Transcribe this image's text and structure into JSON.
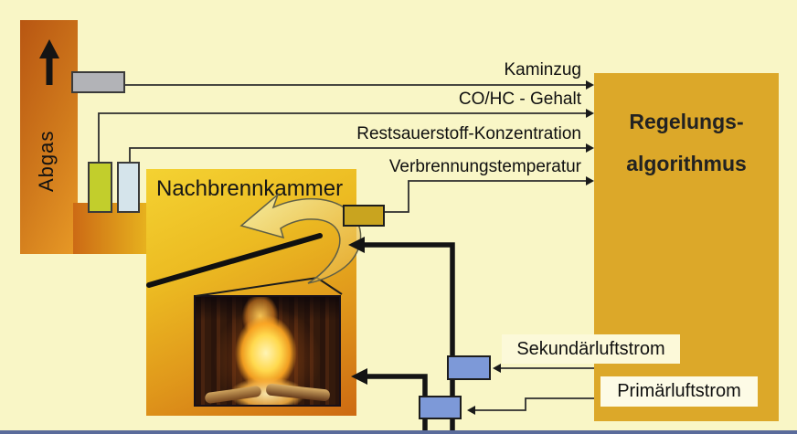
{
  "diagram": {
    "title_hint": "combustion control schematic",
    "chimney_label": "Abgas",
    "chamber_label": "Nachbrennkammer",
    "controller": {
      "line1": "Regelungs-",
      "line2": "algorithmus"
    },
    "signals": [
      {
        "label": "Kaminzug"
      },
      {
        "label": "CO/HC - Gehalt"
      },
      {
        "label": "Restsauerstoff-Konzentration"
      },
      {
        "label": "Verbrennungstemperatur"
      }
    ],
    "outputs": [
      {
        "label": "Sekundärluftstrom"
      },
      {
        "label": "Primärluftstrom"
      }
    ]
  },
  "colors": {
    "background": "#f9f6c6",
    "chimney_orange": "#d07a1c",
    "chamber_gold": "#ecbb22",
    "controller_gold": "#dca829",
    "valve_blue": "#7d99d8",
    "sensor_gray": "#b2b3b7",
    "sensor_yellow_green": "#c2ce2c",
    "sensor_pale_blue": "#d5e4eb",
    "sensor_olive": "#c9a41f",
    "bottom_strip_blue": "#5a6b9b",
    "line_black": "#1a1a1a"
  }
}
